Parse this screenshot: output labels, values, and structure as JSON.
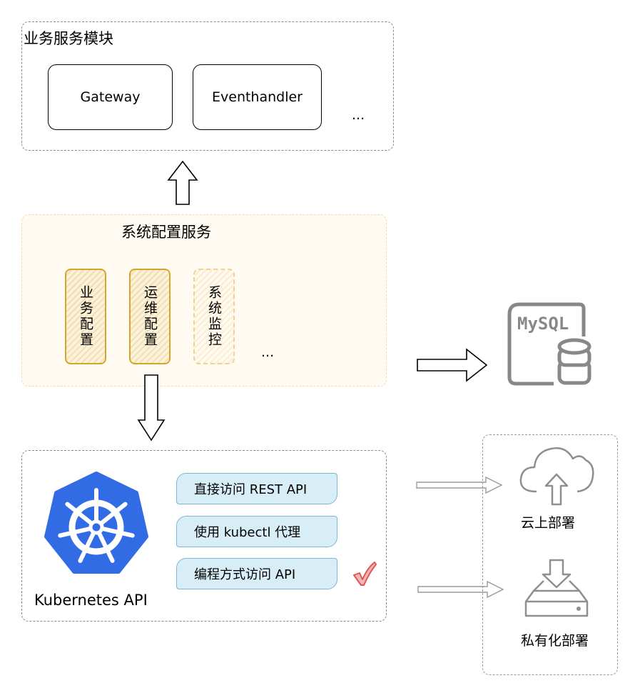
{
  "business_module": {
    "title": "业务服务模块",
    "services": [
      "Gateway",
      "Eventhandler"
    ],
    "more": "..."
  },
  "config_service": {
    "title": "系统配置服务",
    "items": [
      "业务配置",
      "运维配置",
      "系统监控"
    ],
    "more": "..."
  },
  "database": {
    "label": "MySQL"
  },
  "kubernetes": {
    "label": "Kubernetes API",
    "access_methods": [
      "直接访问 REST API",
      "使用 kubectl 代理",
      "编程方式访问 API"
    ]
  },
  "deployment": {
    "cloud_label": "云上部署",
    "private_label": "私有化部署"
  },
  "colors": {
    "kubernetes_blue": "#326ce5",
    "config_border": "#d6a52a",
    "pill_fill": "#d8eef7",
    "check_red": "#e05555"
  }
}
